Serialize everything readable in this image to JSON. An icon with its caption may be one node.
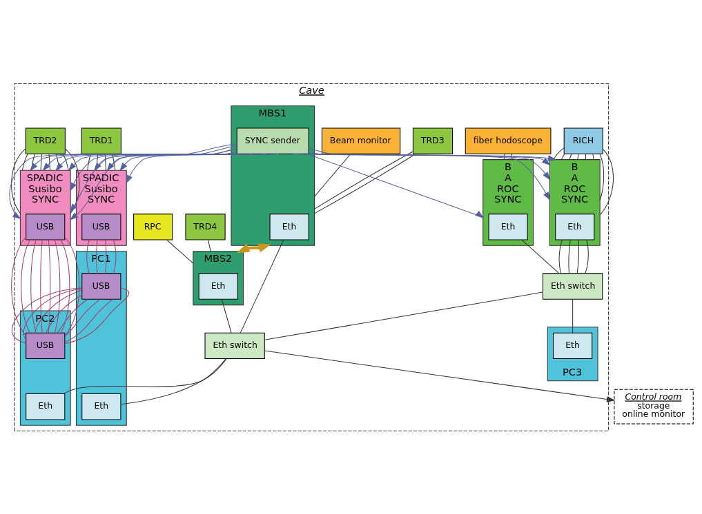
{
  "diagram": {
    "nodes": [
      {
        "text": [
          "Cave"
        ]
      },
      {
        "text": [
          "fiber hodoscope"
        ],
        "in": 0
      },
      {
        "text": [
          "RICH"
        ],
        "in": 0
      },
      {
        "text": [
          "TRD1"
        ],
        "in": 0
      },
      {
        "text": [
          "TRD2"
        ],
        "in": 0
      },
      {
        "text": [
          "Beam monitor"
        ],
        "in": 0
      },
      {
        "text": [
          "TRD3"
        ],
        "in": 0
      },
      {
        "text": [
          "TRD4"
        ],
        "in": 0
      },
      {
        "text": [
          "RPC"
        ],
        "in": 0
      },
      {
        "text": [
          "B",
          "A",
          "ROC",
          "SYNC"
        ],
        "in": 0
      },
      {
        "text": [
          "Eth"
        ],
        "in": 9
      },
      {
        "text": [
          "B",
          "A",
          "ROC",
          "SYNC"
        ],
        "in": 0
      },
      {
        "text": [
          "Eth"
        ],
        "in": 11
      },
      {
        "text": [
          "SPADIC",
          "Susibo",
          "SYNC"
        ],
        "in": 0
      },
      {
        "text": [
          "USB"
        ],
        "in": 13
      },
      {
        "text": [
          "SPADIC",
          "Susibo",
          "SYNC"
        ],
        "in": 0
      },
      {
        "text": [
          "USB"
        ],
        "in": 15
      },
      {
        "text": [
          "MBS1"
        ],
        "in": 0
      },
      {
        "text": [
          "Eth"
        ],
        "in": 17
      },
      {
        "text": [
          "SYNC sender"
        ],
        "in": 17
      },
      {
        "text": [
          "MBS2"
        ],
        "in": 0
      },
      {
        "text": [
          "Eth"
        ],
        "in": 20
      },
      {
        "text": [
          "Eth switch"
        ],
        "in": 0
      },
      {
        "text": [
          "Eth switch"
        ],
        "in": 0
      },
      {
        "text": [
          "PC1"
        ],
        "in": 0
      },
      {
        "text": [
          "Eth"
        ],
        "in": 24
      },
      {
        "text": [
          "USB"
        ],
        "in": 24
      },
      {
        "text": [
          "PC2"
        ],
        "in": 0
      },
      {
        "text": [
          "Eth"
        ],
        "in": 27
      },
      {
        "text": [
          "USB"
        ],
        "in": 27
      },
      {
        "text": [
          "PC3"
        ],
        "in": 0
      },
      {
        "text": [
          "Eth"
        ],
        "in": 30
      },
      {
        "text": [
          "Control room",
          "storage",
          "online monitor"
        ]
      }
    ],
    "edges": [
      {
        "from": 1,
        "to": 9,
        "arrow": "none"
      },
      {
        "from": 1,
        "to": 9,
        "arrow": "none"
      },
      {
        "from": 2,
        "to": 11,
        "arrow": "none"
      },
      {
        "from": 2,
        "to": 11,
        "arrow": "none"
      },
      {
        "from": 2,
        "to": 11,
        "arrow": "none"
      },
      {
        "from": 2,
        "to": 11,
        "arrow": "none"
      },
      {
        "from": 2,
        "to": 11,
        "arrow": "none"
      },
      {
        "from": 2,
        "to": 11,
        "arrow": "none"
      },
      {
        "from": 2,
        "to": 11,
        "arrow": "none"
      },
      {
        "from": 2,
        "to": 11,
        "arrow": "none"
      },
      {
        "from": 3,
        "to": 13,
        "arrow": "none"
      },
      {
        "from": 3,
        "to": 13,
        "arrow": "none"
      },
      {
        "from": 3,
        "to": 13,
        "arrow": "none"
      },
      {
        "from": 3,
        "to": 13,
        "arrow": "none"
      },
      {
        "from": 4,
        "to": 15,
        "arrow": "none"
      },
      {
        "from": 4,
        "to": 15,
        "arrow": "none"
      },
      {
        "from": 4,
        "to": 15,
        "arrow": "none"
      },
      {
        "from": 4,
        "to": 15,
        "arrow": "none"
      },
      {
        "from": 4,
        "to": 15,
        "arrow": "none"
      },
      {
        "from": 4,
        "to": 15,
        "arrow": "none"
      },
      {
        "from": 4,
        "to": 15,
        "arrow": "none"
      },
      {
        "from": 4,
        "to": 15,
        "arrow": "none"
      },
      {
        "from": 5,
        "to": 17,
        "arrow": "none"
      },
      {
        "from": 6,
        "to": 17,
        "arrow": "none"
      },
      {
        "from": 6,
        "to": 17,
        "arrow": "none"
      },
      {
        "from": 7,
        "to": 20,
        "arrow": "none"
      },
      {
        "from": 8,
        "to": 20,
        "arrow": "none"
      },
      {
        "from": 17,
        "to": 20,
        "arrow": "both",
        "style": "thick",
        "color": "#c8961e"
      },
      {
        "from": 19,
        "to": 9,
        "arrow": "to",
        "color": "#5560a0"
      },
      {
        "from": 19,
        "to": 11,
        "arrow": "to",
        "color": "#5560a0"
      },
      {
        "from": 19,
        "to": 11,
        "arrow": "to",
        "color": "#5560a0"
      },
      {
        "from": 19,
        "to": 11,
        "arrow": "to",
        "color": "#5560a0"
      },
      {
        "from": 19,
        "to": 11,
        "arrow": "to",
        "color": "#5560a0"
      },
      {
        "from": 19,
        "to": 13,
        "arrow": "to",
        "color": "#5560a0"
      },
      {
        "from": 19,
        "to": 13,
        "arrow": "to",
        "color": "#5560a0"
      },
      {
        "from": 19,
        "to": 13,
        "arrow": "to",
        "color": "#5560a0"
      },
      {
        "from": 19,
        "to": 13,
        "arrow": "to",
        "color": "#5560a0"
      },
      {
        "from": 19,
        "to": 15,
        "arrow": "to",
        "color": "#5560a0"
      },
      {
        "from": 19,
        "to": 15,
        "arrow": "to",
        "color": "#5560a0"
      },
      {
        "from": 19,
        "to": 15,
        "arrow": "to",
        "color": "#5560a0"
      },
      {
        "from": 19,
        "to": 15,
        "arrow": "to",
        "color": "#5560a0"
      },
      {
        "from": 19,
        "to": 15,
        "arrow": "to",
        "color": "#5560a0"
      },
      {
        "from": 19,
        "to": 15,
        "arrow": "to",
        "color": "#5560a0"
      },
      {
        "from": 19,
        "to": 15,
        "arrow": "to",
        "color": "#5560a0"
      },
      {
        "from": 19,
        "to": 15,
        "arrow": "to",
        "color": "#5560a0"
      },
      {
        "from": 10,
        "to": 22,
        "arrow": "none"
      },
      {
        "from": 12,
        "to": 22,
        "arrow": "none"
      },
      {
        "from": 12,
        "to": 22,
        "arrow": "none"
      },
      {
        "from": 12,
        "to": 22,
        "arrow": "none"
      },
      {
        "from": 12,
        "to": 22,
        "arrow": "none"
      },
      {
        "from": 18,
        "to": 23,
        "arrow": "none"
      },
      {
        "from": 21,
        "to": 23,
        "arrow": "none"
      },
      {
        "from": 22,
        "to": 31,
        "arrow": "none"
      },
      {
        "from": 22,
        "to": 23,
        "arrow": "none"
      },
      {
        "from": 23,
        "to": 25,
        "arrow": "none"
      },
      {
        "from": 23,
        "to": 28,
        "arrow": "none"
      },
      {
        "from": 23,
        "to": 32,
        "arrow": "to"
      },
      {
        "from": 14,
        "to": 26,
        "arrow": "none",
        "color": "#a0406a"
      },
      {
        "from": 14,
        "to": 26,
        "arrow": "none",
        "color": "#a0406a"
      },
      {
        "from": 14,
        "to": 26,
        "arrow": "none",
        "color": "#a0406a"
      },
      {
        "from": 14,
        "to": 26,
        "arrow": "none",
        "color": "#a0406a"
      },
      {
        "from": 16,
        "to": 29,
        "arrow": "none",
        "color": "#a0406a"
      },
      {
        "from": 16,
        "to": 29,
        "arrow": "none",
        "color": "#a0406a"
      },
      {
        "from": 16,
        "to": 29,
        "arrow": "none",
        "color": "#a0406a"
      },
      {
        "from": 16,
        "to": 29,
        "arrow": "none",
        "color": "#a0406a"
      },
      {
        "from": 16,
        "to": 29,
        "arrow": "none",
        "color": "#a0406a"
      },
      {
        "from": 16,
        "to": 29,
        "arrow": "none",
        "color": "#a0406a"
      },
      {
        "from": 16,
        "to": 29,
        "arrow": "none",
        "color": "#a0406a"
      },
      {
        "from": 16,
        "to": 29,
        "arrow": "none",
        "color": "#a0406a"
      },
      {
        "from": 26,
        "to": 29,
        "arrow": "none",
        "color": "#a0406a"
      },
      {
        "from": 26,
        "to": 29,
        "arrow": "none",
        "color": "#a0406a"
      },
      {
        "from": 26,
        "to": 29,
        "arrow": "none",
        "color": "#a0406a"
      },
      {
        "from": 26,
        "to": 29,
        "arrow": "none",
        "color": "#a0406a"
      },
      {
        "from": 26,
        "to": 29,
        "arrow": "none",
        "color": "#a0406a"
      },
      {
        "from": 26,
        "to": 29,
        "arrow": "none",
        "color": "#a0406a"
      },
      {
        "from": 26,
        "to": 29,
        "arrow": "none",
        "color": "#a0406a"
      },
      {
        "from": 26,
        "to": 29,
        "arrow": "none",
        "color": "#a0406a"
      }
    ]
  }
}
